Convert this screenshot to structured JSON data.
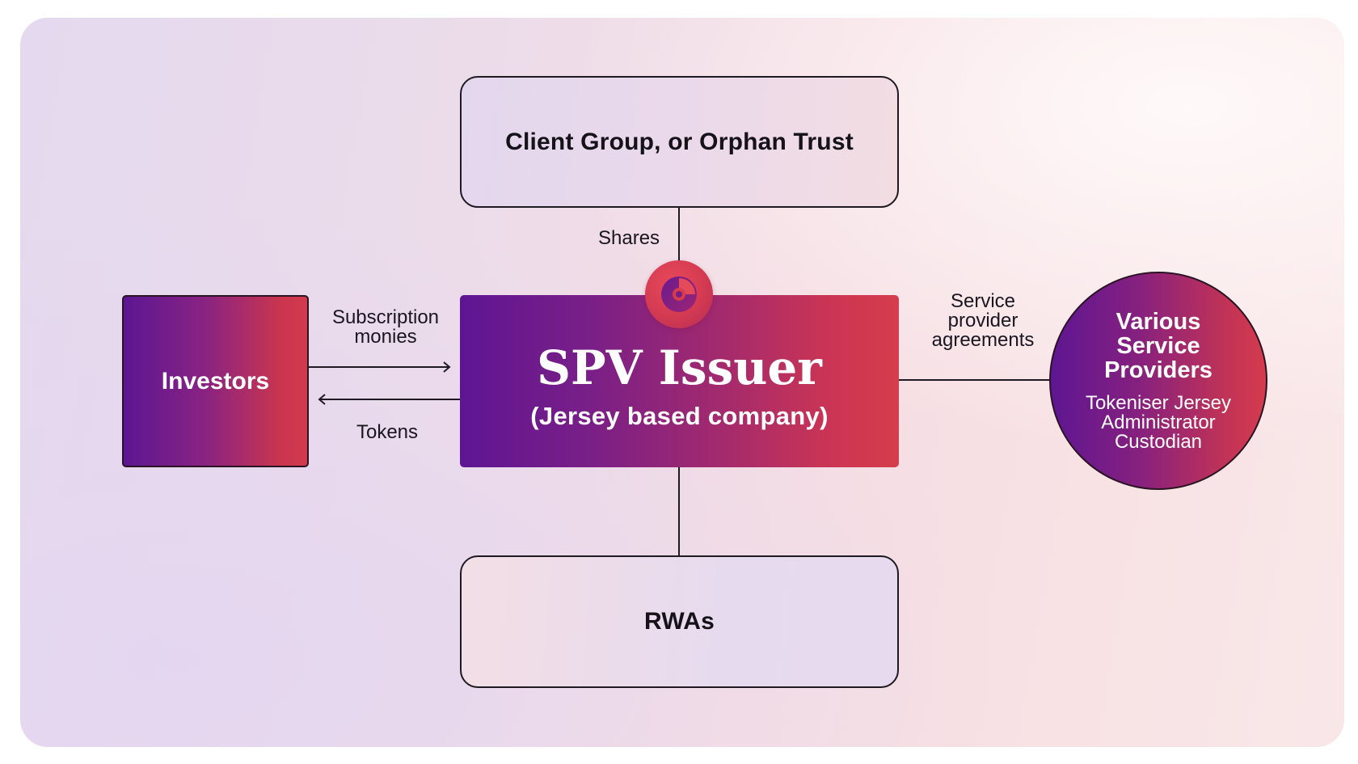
{
  "nodes": {
    "client": "Client Group, or Orphan Trust",
    "investors": "Investors",
    "spv_title": "SPV Issuer",
    "spv_subtitle": "(Jersey based company)",
    "providers_title_line1": "Various",
    "providers_title_line2": "Service",
    "providers_title_line3": "Providers",
    "providers_item1": "Tokeniser Jersey",
    "providers_item2": "Administrator",
    "providers_item3": "Custodian",
    "rwas": "RWAs"
  },
  "edges": {
    "shares": "Shares",
    "subscription_line1": "Subscription",
    "subscription_line2": "monies",
    "tokens": "Tokens",
    "service_line1": "Service",
    "service_line2": "provider",
    "service_line3": "agreements"
  },
  "colors": {
    "purple": "#5e1593",
    "red": "#d63c4c",
    "line": "#1f1a22"
  },
  "icons": {
    "logo": "brand-logo-icon"
  }
}
